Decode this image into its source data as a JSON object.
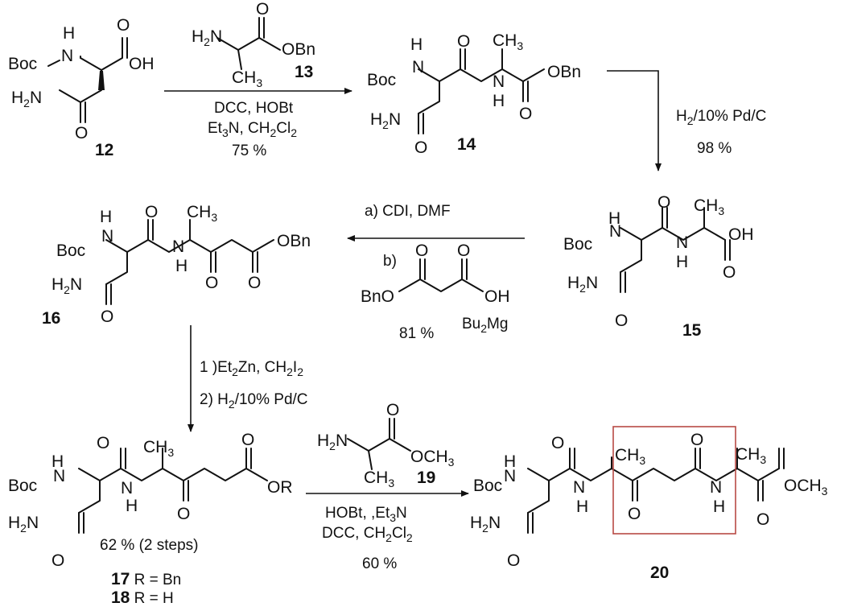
{
  "compounds": {
    "c12": "12",
    "c13": "13",
    "c14": "14",
    "c15": "15",
    "c16": "16",
    "c17": "17",
    "c18": "18",
    "c19": "19",
    "c20": "20"
  },
  "labels": {
    "boc": "Boc",
    "h": "H",
    "n": "N",
    "o": "O",
    "oh": "OH",
    "obn": "OBn",
    "bno": "BnO",
    "or": "OR",
    "h2n": "H2N",
    "ch3": "CH3",
    "och3": "OCH3"
  },
  "reactions": {
    "step1": {
      "line1": "DCC, HOBt",
      "line2": "Et3N, CH2Cl2",
      "yield": "75 %"
    },
    "step2": {
      "reagent": "H2/10% Pd/C",
      "yield": "98 %"
    },
    "step3": {
      "line_a": "a) CDI, DMF",
      "line_b": "b)",
      "base": "Bu2Mg",
      "yield": "81 %"
    },
    "step4": {
      "line1": "1 )Et2Zn, CH2I2",
      "line2": "2) H2/10% Pd/C",
      "yield": "62 % (2 steps)",
      "r17": "17 R = Bn",
      "r18": "18 R = H"
    },
    "step5": {
      "line1": "HOBt, ,Et3N",
      "line2": "DCC, CH2Cl2",
      "yield": "60 %"
    }
  },
  "colors": {
    "highlight_box": "#b84a45",
    "ink": "#111111"
  }
}
